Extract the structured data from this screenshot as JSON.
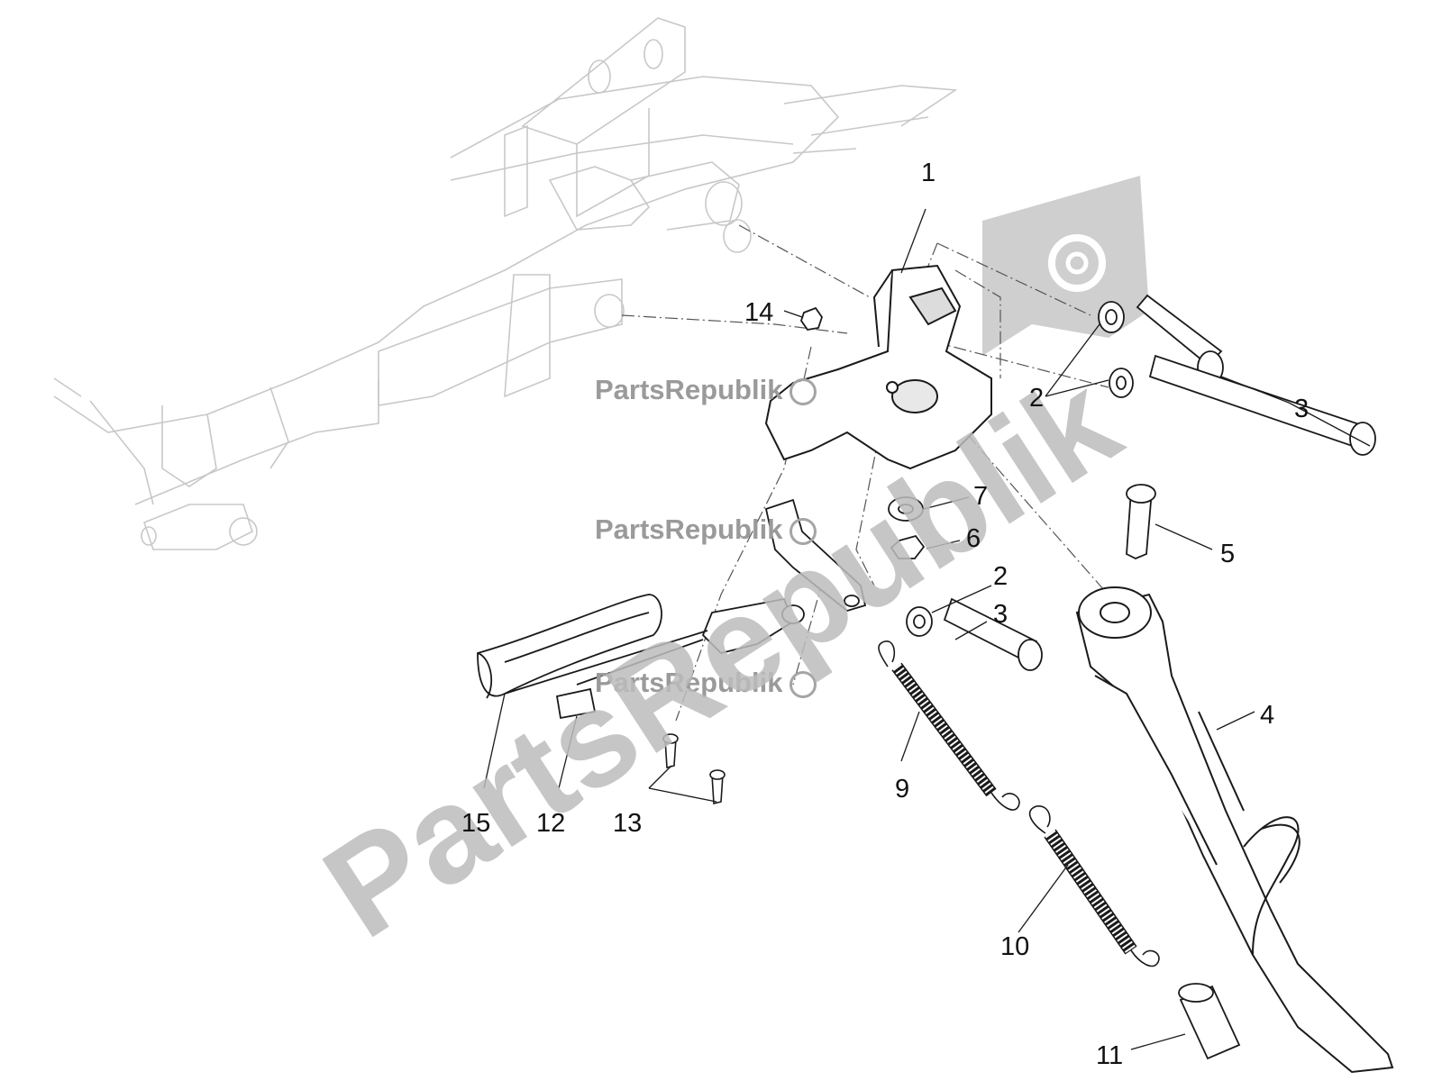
{
  "watermark": {
    "text": "PartsRepublik",
    "big_text": "PartsRepublik"
  },
  "callouts": [
    {
      "id": "1",
      "label": "1"
    },
    {
      "id": "2a",
      "label": "2"
    },
    {
      "id": "3a",
      "label": "3"
    },
    {
      "id": "14",
      "label": "14"
    },
    {
      "id": "7",
      "label": "7"
    },
    {
      "id": "6",
      "label": "6"
    },
    {
      "id": "5",
      "label": "5"
    },
    {
      "id": "2b",
      "label": "2"
    },
    {
      "id": "3b",
      "label": "3"
    },
    {
      "id": "4",
      "label": "4"
    },
    {
      "id": "9",
      "label": "9"
    },
    {
      "id": "10",
      "label": "10"
    },
    {
      "id": "11",
      "label": "11"
    },
    {
      "id": "15",
      "label": "15"
    },
    {
      "id": "12",
      "label": "12"
    },
    {
      "id": "13",
      "label": "13"
    }
  ]
}
